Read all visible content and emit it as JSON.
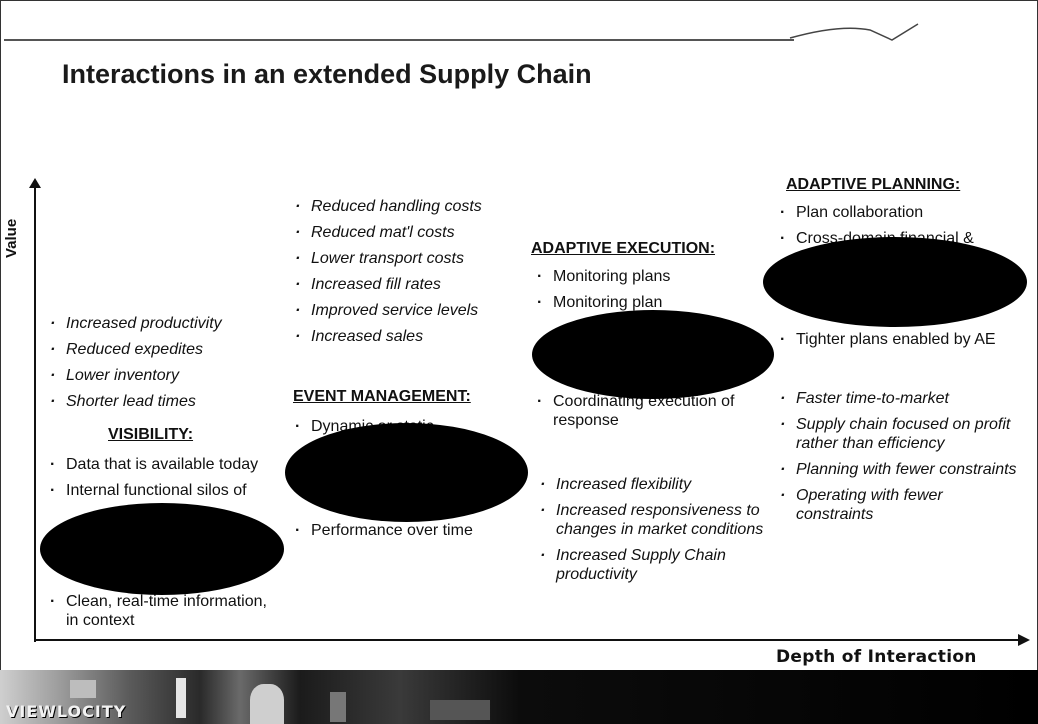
{
  "title": "Interactions in an extended Supply Chain",
  "axes": {
    "y_label": "Value",
    "x_label": "Depth of Interaction"
  },
  "columns": {
    "visibility": {
      "benefits": [
        "Increased productivity",
        "Reduced expedites",
        "Lower inventory",
        "Shorter lead times"
      ],
      "heading": "VISIBILITY:",
      "items": [
        "Data that is available today",
        "Internal functional silos of",
        "Clean, real-time information, in context"
      ]
    },
    "event_management": {
      "benefits": [
        "Reduced handling costs",
        "Reduced mat'l costs",
        "Lower transport costs",
        "Increased fill rates",
        "Improved service levels",
        "Increased sales"
      ],
      "heading": "EVENT MANAGEMENT:",
      "items": [
        "Dynamic or static",
        "Performance over time"
      ]
    },
    "adaptive_execution": {
      "heading": "ADAPTIVE EXECUTION:",
      "items": [
        "Monitoring plans",
        "Monitoring plan",
        "Coordinating execution of response"
      ],
      "benefits": [
        "Increased flexibility",
        "Increased responsiveness to changes in market conditions",
        "Increased Supply Chain productivity"
      ]
    },
    "adaptive_planning": {
      "heading": "ADAPTIVE PLANNING:",
      "items": [
        "Plan collaboration",
        "Cross-domain financial &",
        "Tighter plans enabled by AE"
      ],
      "benefits": [
        "Faster time-to-market",
        "Supply chain focused on profit rather than efficiency",
        "Planning with fewer constraints",
        "Operating with fewer constraints"
      ]
    }
  },
  "footer": {
    "logo_text": "VIEWLOCITY"
  }
}
